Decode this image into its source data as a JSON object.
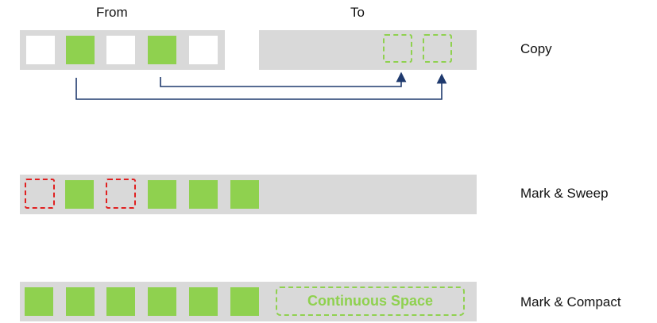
{
  "headers": {
    "from": "From",
    "to": "To"
  },
  "rows": {
    "copy": {
      "label": "Copy"
    },
    "mark_sweep": {
      "label": "Mark & Sweep"
    },
    "mark_compact": {
      "label": "Mark & Compact",
      "space_label": "Continuous Space"
    }
  },
  "colors": {
    "live": "#8fd14f",
    "garbage": "#e02020",
    "region": "#d9d9d9",
    "arrow": "#1f3a6e"
  }
}
